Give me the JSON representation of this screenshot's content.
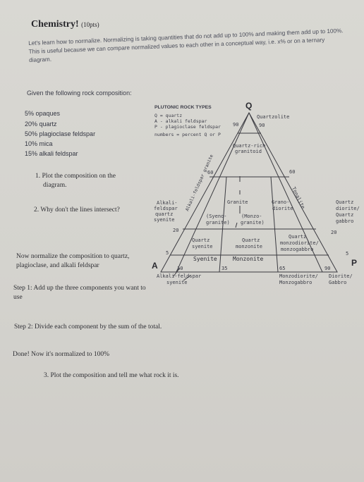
{
  "title": "Chemistry!",
  "points": "(10pts)",
  "intro": "Let's learn how to normalize. Normalizing is taking quantities that do not add up to 100% and making them add up to 100%. This is useful because we can compare normalized values to each other in a conceptual way, i.e. x% or on a ternary diagram.",
  "given_label": "Given the following rock composition:",
  "composition": [
    "5% opaques",
    "20% quartz",
    "50% plagioclase feldspar",
    "10% mica",
    "15% alkali feldspar"
  ],
  "questions": {
    "q1_line1": "1.  Plot   the   composition   on   the",
    "q1_line2": "diagram.",
    "q2": "2.  Why don't the lines intersect?",
    "normalize": "Now  normalize  the  composition  to quartz, plagioclase, and alkali feldspar",
    "step1": "Step 1: Add up the three components you want to use",
    "step2": "Step 2: Divide each component by the sum of the total.",
    "done": "Done! Now it's normalized to 100%",
    "q3": "3.   Plot the composition and tell me what rock it is."
  },
  "diagram": {
    "legend_title": "PLUTONIC ROCK TYPES",
    "legend": [
      "Q = quartz",
      "A - alkali feldspar",
      "P - plagioclase feldspar",
      "numbers = percent Q or P"
    ],
    "vertex_q": "Q",
    "vertex_a": "A",
    "vertex_p": "P",
    "fields": {
      "quartzolite": "Quartzolite",
      "quartz_rich_1": "Quartz-rich",
      "quartz_rich_2": "granitoid",
      "granite": "Granite",
      "alkali_feldspar_granite": "Alkali-feldspar granite",
      "alkali_1": "Alkali-",
      "alkali_2": "feldspar",
      "alkali_3": "quartz",
      "alkali_4": "syenite",
      "syeno_1": "(Syeno-",
      "syeno_2": "granite)",
      "monzo_1": "(Monzo-",
      "monzo_2": "granite)",
      "grano_1": "Grano-",
      "grano_2": "diorite",
      "tonalite": "Tonalite",
      "qsyenite_1": "Quartz",
      "qsyenite_2": "syenite",
      "qmonzonite_1": "Quartz",
      "qmonzonite_2": "monzonite",
      "qmonzodiorite_1": "Quartz",
      "qmonzodiorite_2": "monzodiorite/",
      "qmonzodiorite_3": "monzogabbro",
      "qdiorite_1": "Quartz",
      "qdiorite_2": "diorite/",
      "qdiorite_3": "Quartz",
      "qdiorite_4": "gabbro",
      "syenite": "Syenite",
      "monzonite": "Monzonite",
      "alkali_syenite_1": "Alkali-feldspar",
      "alkali_syenite_2": "syenite",
      "monzodiorite_1": "Monzodiorite/",
      "monzodiorite_2": "Monzogabbro",
      "diorite_1": "Diorite/",
      "diorite_2": "Gabbro"
    },
    "numbers": {
      "n90": "90",
      "n60_left": "60",
      "n60_right": "60",
      "n20_left": "20",
      "n20_right": "20",
      "n5_left": "5",
      "n5_right": "5",
      "n10": "10",
      "n35": "35",
      "n65": "65",
      "n90_bottom": "90"
    }
  }
}
